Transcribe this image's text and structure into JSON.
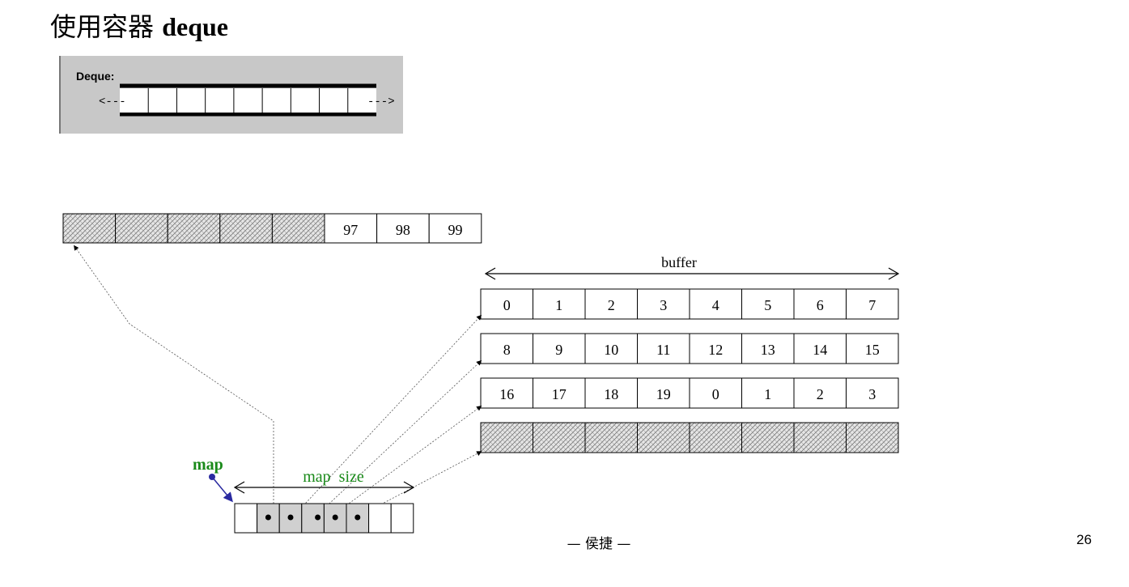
{
  "slide": {
    "title_prefix": "使用容器 ",
    "title_code": "deque",
    "footer_author": "— 侯捷 —",
    "page_number": "26"
  },
  "deque_icon": {
    "label": "Deque:",
    "left_arrow": "<---",
    "right_arrow": "--->",
    "slots": 9
  },
  "top_buffer": {
    "hatched_cells": 5,
    "values": [
      "97",
      "98",
      "99"
    ]
  },
  "buffers": {
    "label": "buffer",
    "rows": [
      [
        "0",
        "1",
        "2",
        "3",
        "4",
        "5",
        "6",
        "7"
      ],
      [
        "8",
        "9",
        "10",
        "11",
        "12",
        "13",
        "14",
        "15"
      ],
      [
        "16",
        "17",
        "18",
        "19",
        "0",
        "1",
        "2",
        "3"
      ],
      []
    ],
    "hatched_rows": [
      3
    ]
  },
  "map": {
    "label": "map",
    "size_label": "map  size",
    "cells": 8,
    "filled_cells": [
      1,
      2,
      3,
      4,
      5
    ]
  },
  "colors": {
    "map_label": "#1a8a1a",
    "map_pointer": "#2a2aa0",
    "panel_bg": "#c8c8c8",
    "filled_cell": "#d0d0d0"
  }
}
